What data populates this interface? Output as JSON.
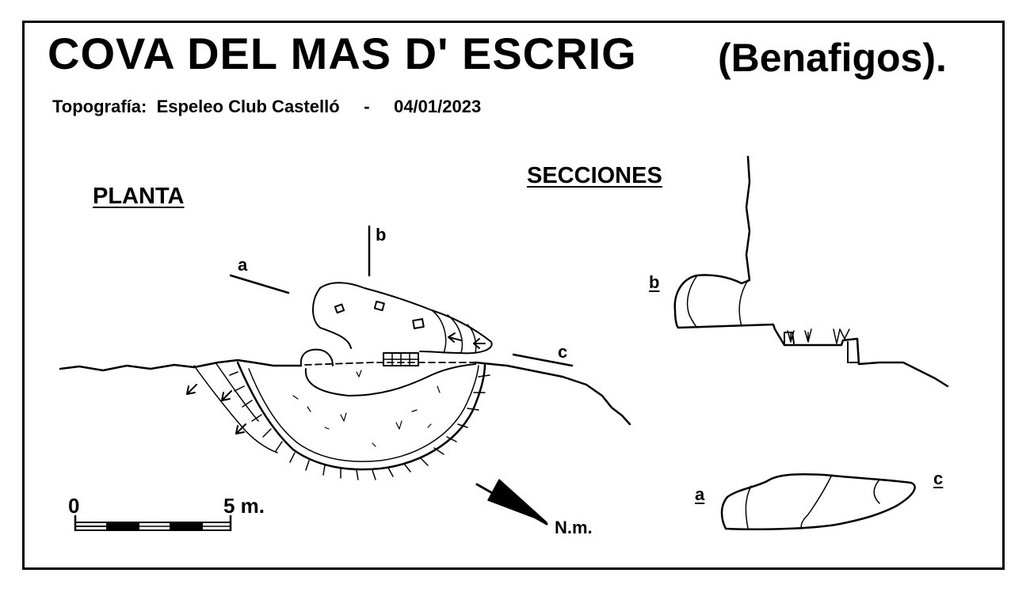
{
  "header": {
    "title": "COVA  DEL  MAS  D' ESCRIG",
    "location": "(Benafigos).",
    "credit": "Topografía:  Espeleo Club Castelló     -     04/01/2023"
  },
  "planta": {
    "heading": "PLANTA",
    "markers": {
      "a": "a",
      "b": "b",
      "c": "c"
    }
  },
  "secciones": {
    "heading": "SECCIONES",
    "markers": {
      "b": "b",
      "a": "a",
      "c": "c"
    }
  },
  "scale_bar": {
    "start": "0",
    "end": "5 m."
  },
  "north": {
    "label": "N.m."
  }
}
